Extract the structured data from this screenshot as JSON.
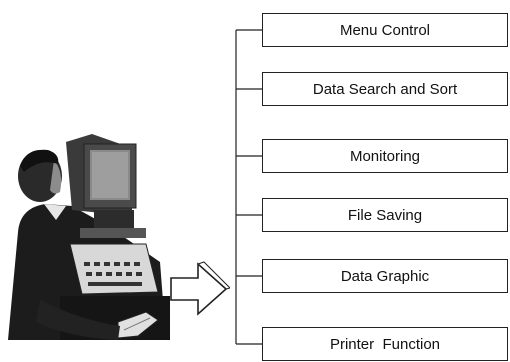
{
  "diagram": {
    "functions": [
      {
        "label": "Menu Control"
      },
      {
        "label": "Data Search and Sort"
      },
      {
        "label": "Monitoring"
      },
      {
        "label": "File Saving"
      },
      {
        "label": "Data Graphic"
      },
      {
        "label": "Printer  Function"
      }
    ],
    "icons": {
      "operator": "operator-at-terminal-illustration",
      "arrow": "hollow-right-arrow"
    },
    "colors": {
      "line": "#222222",
      "background": "#ffffff"
    }
  }
}
